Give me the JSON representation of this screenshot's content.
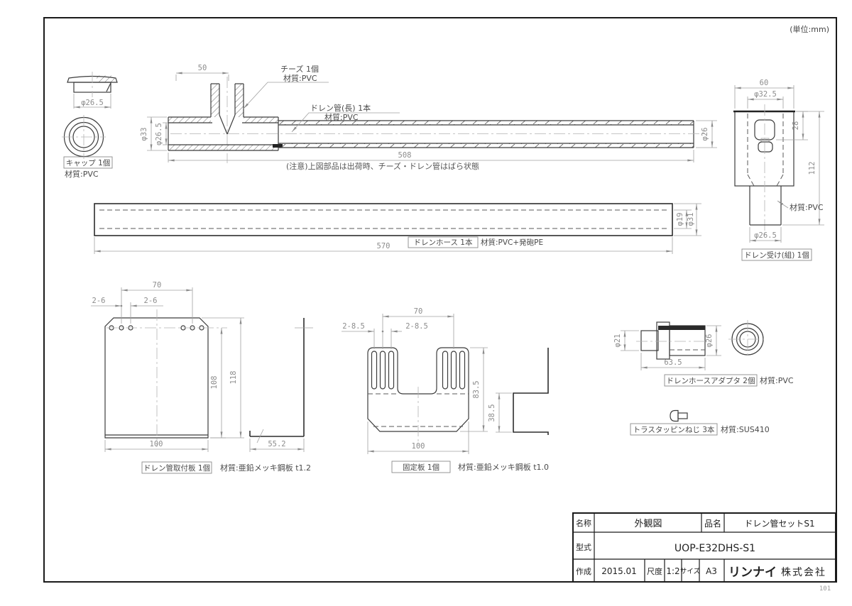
{
  "frame": {
    "units_note": "(単位:mm)",
    "page_number": "101"
  },
  "note": "(注意)上図部品は出荷時、チーズ・ドレン管はばら状態",
  "parts": {
    "cap": {
      "label": "キャップ 1個",
      "material": "材質:PVC",
      "dia": "φ26.5"
    },
    "tee": {
      "label": "チーズ 1個",
      "material": "材質:PVC",
      "width": "50",
      "outer_dia": "φ33",
      "inner_dia": "φ26.5"
    },
    "drain_pipe": {
      "label": "ドレン管(長) 1本",
      "material": "材質:PVC",
      "length": "508",
      "dia": "φ26"
    },
    "receiver": {
      "label": "ドレン受け(組) 1個",
      "material": "材質:PVC",
      "width": "60",
      "top_dia": "φ32.5",
      "depth": "28",
      "height": "112",
      "outlet_dia": "φ26.5"
    },
    "hose": {
      "label": "ドレンホース 1本",
      "material": "材質:PVC+発砲PE",
      "length": "570",
      "inner_dia": "φ19",
      "outer_dia": "φ31"
    },
    "mount_plate": {
      "label": "ドレン管取付板 1個",
      "material": "材質:亜鉛メッキ鋼板 t1.2",
      "hole_span": "70",
      "holes": "2-6",
      "height_inner": "108",
      "height": "118",
      "width": "100",
      "side_width": "55.2"
    },
    "fix_plate": {
      "label": "固定板 1個",
      "material": "材質:亜鉛メッキ鋼板 t1.0",
      "slot_span": "70",
      "slots": "2-8.5",
      "height": "83.5",
      "side_height": "38.5",
      "width": "100"
    },
    "adapter": {
      "label": "ドレンホースアダプタ 2個",
      "material": "材質:PVC",
      "small_dia": "φ21",
      "large_dia": "φ26",
      "length": "63.5"
    },
    "screw": {
      "label": "トラスタッピンねじ 3本",
      "material": "材質:SUS410"
    }
  },
  "title_block": {
    "name_label": "名称",
    "name_value": "外観図",
    "product_label": "品名",
    "product_value": "ドレン管セットS1",
    "model_label": "型式",
    "model_value": "UOP-E32DHS-S1",
    "date_label": "作成",
    "date_value": "2015.01",
    "scale_label": "尺度",
    "scale_value": "1:2",
    "size_label": "サイズ",
    "size_value": "A3",
    "company_brand": "リンナイ",
    "company_suffix": "株式会社"
  }
}
